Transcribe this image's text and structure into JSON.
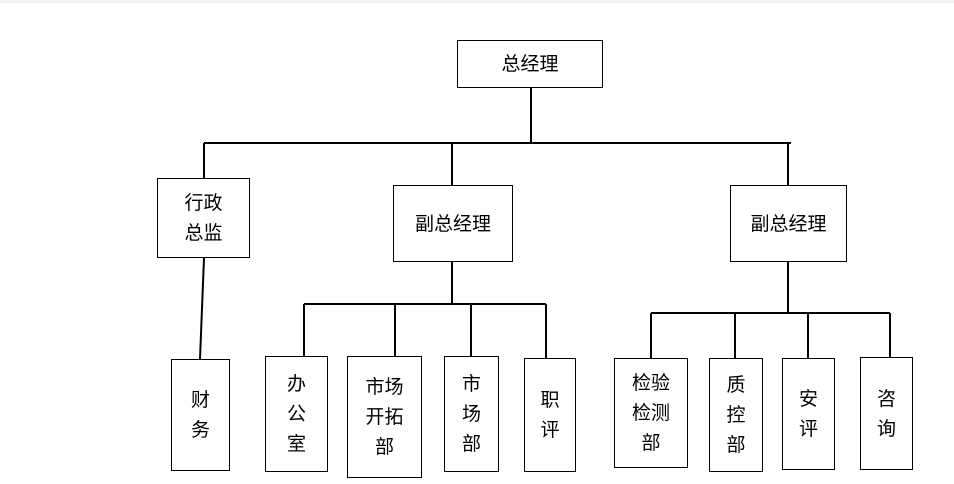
{
  "nodes": {
    "general_manager": "总经理",
    "admin_director": "行政总监",
    "finance": "财务",
    "deputy_gm_1": "副总经理",
    "office": "办公室",
    "market_development": "市场开拓部",
    "market_dept": "市场部",
    "title_evaluation": "职评",
    "deputy_gm_2": "副总经理",
    "inspection_testing": "检验检测部",
    "quality_control": "质控部",
    "safety_evaluation": "安评",
    "consulting": "咨询"
  }
}
